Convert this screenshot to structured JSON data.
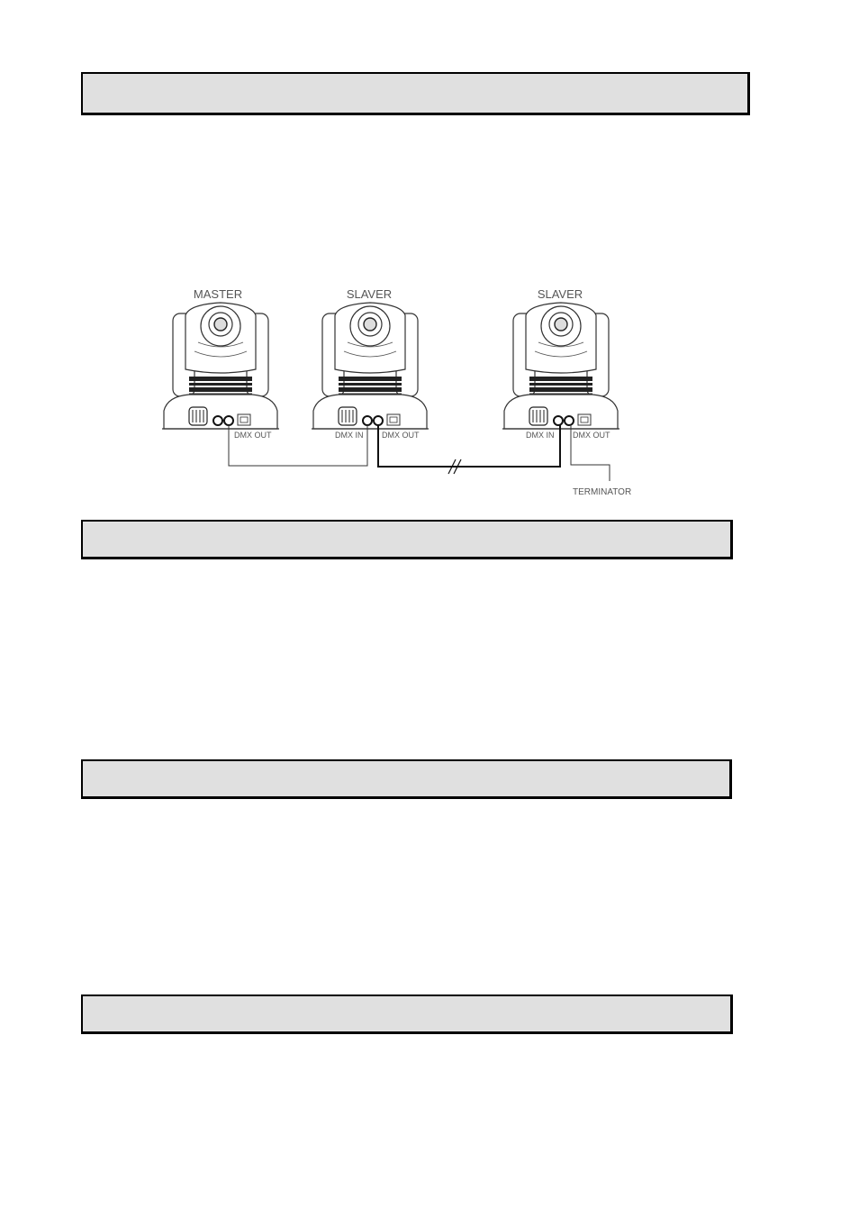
{
  "diagram": {
    "fixtures": [
      {
        "role_label": "MASTER",
        "ports": [
          "",
          "DMX OUT"
        ]
      },
      {
        "role_label": "SLAVER",
        "ports": [
          "DMX IN",
          "DMX OUT"
        ]
      },
      {
        "role_label": "SLAVER",
        "ports": [
          "DMX IN",
          "DMX OUT"
        ]
      }
    ],
    "terminator_label": "TERMINATOR"
  }
}
